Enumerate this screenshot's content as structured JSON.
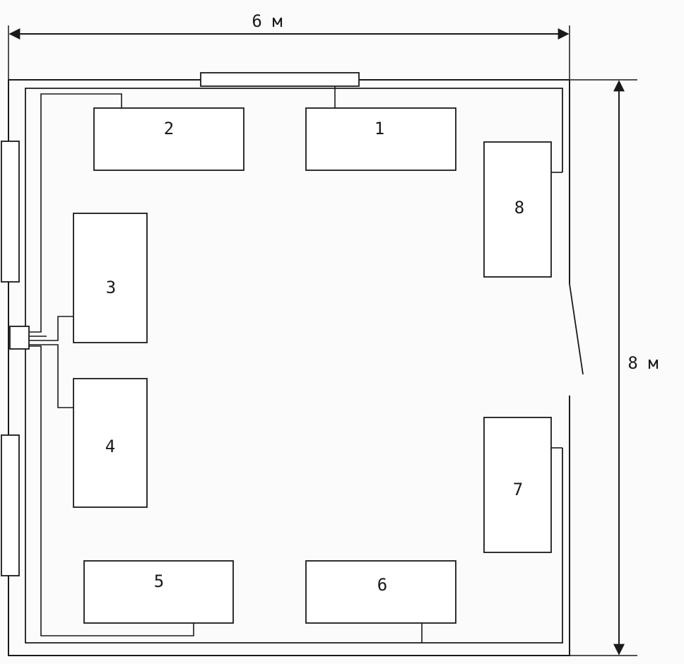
{
  "dimensions": {
    "width_label": "6 м",
    "height_label": "8 м"
  },
  "desks": [
    {
      "id": "desk-1",
      "label": "1"
    },
    {
      "id": "desk-2",
      "label": "2"
    },
    {
      "id": "desk-3",
      "label": "3"
    },
    {
      "id": "desk-4",
      "label": "4"
    },
    {
      "id": "desk-5",
      "label": "5"
    },
    {
      "id": "desk-6",
      "label": "6"
    },
    {
      "id": "desk-7",
      "label": "7"
    },
    {
      "id": "desk-8",
      "label": "8"
    }
  ]
}
